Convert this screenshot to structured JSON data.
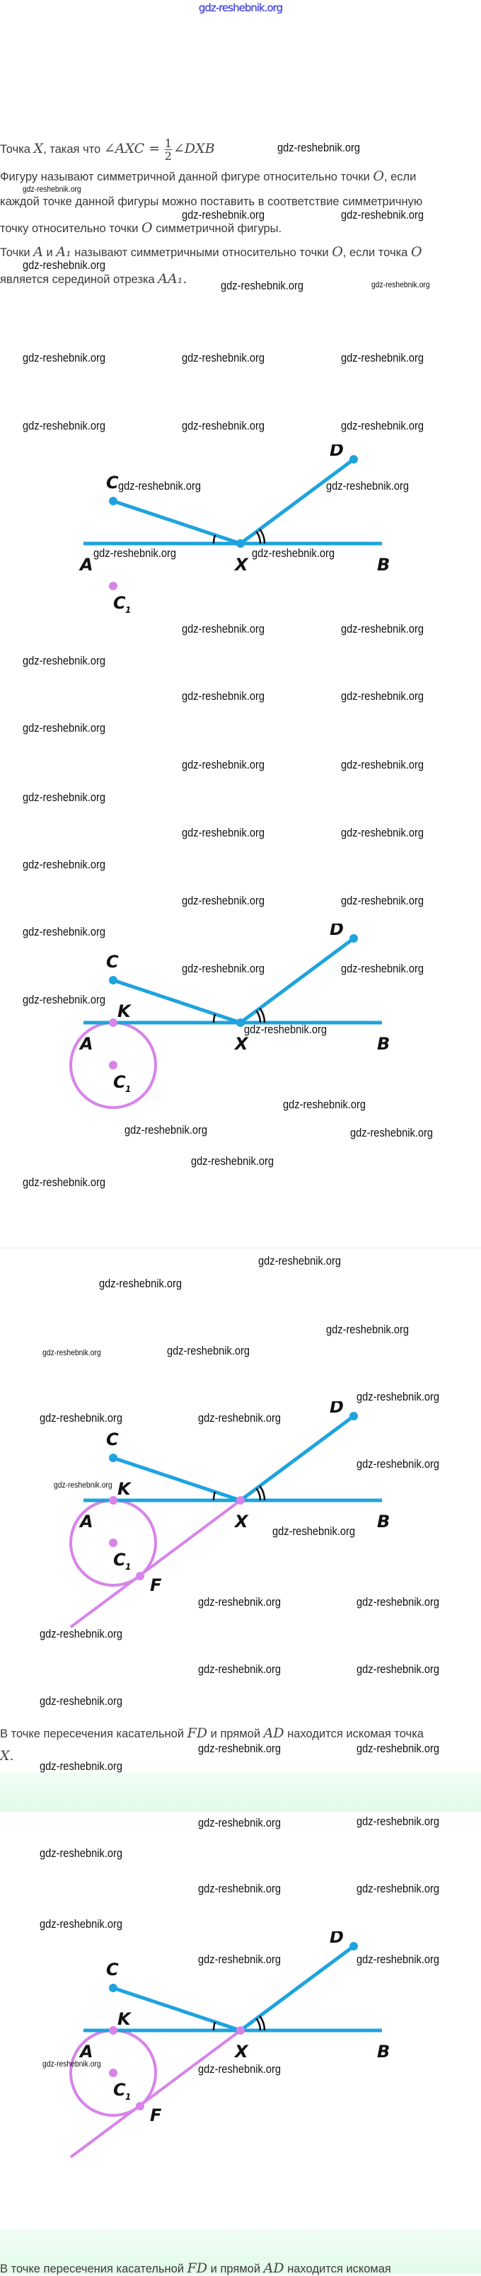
{
  "header": {
    "site": "gdz-reshebnik.org"
  },
  "intro": {
    "t1": "Точка ",
    "m1": "X",
    "t2": ", такая что ",
    "m2": "∠AXC =",
    "num": "1",
    "den": "2",
    "m3": "∠DXB"
  },
  "definition1": {
    "l1a": "Фигуру называют симметричной данной фигуре относительно точки ",
    "l1m": "O",
    "l1b": ", если",
    "l2": "каждой точке данной фигуры можно поставить в соответствие симметричную",
    "l3a": "точку относительно точки ",
    "l3m": "O",
    "l3b": " симметричной фигуры."
  },
  "definition2": {
    "l1a": "Точки ",
    "l1m1": "A",
    "l1b": " и ",
    "l1m2": "A₁",
    "l1c": " называют симметричными относительно точки ",
    "l1m3": "O",
    "l1d": ", если точка ",
    "l1m4": "O",
    "l2a": "является серединой отрезка ",
    "l2m": "AA₁."
  },
  "conclusion": {
    "t1": "В точке пересечения касательной ",
    "m1": "FD",
    "t2": " и прямой ",
    "m2": "AD",
    "t3": " находится искомая точка",
    "l2": "X."
  },
  "conclusion_repeat": {
    "t1": "В точке пересечения касательной ",
    "m1": "FD",
    "t2": " и прямой ",
    "m2": "AD",
    "t3": " находится искомая"
  },
  "colors": {
    "segment": "#1ea3de",
    "construction": "#d783ea"
  },
  "diagrams": [
    {
      "labels": {
        "C": "C",
        "D": "D",
        "A": "A",
        "X": "X",
        "B": "B",
        "C1": "C",
        "C1_sub": "1"
      },
      "show_c1": true,
      "circle": false,
      "tangent": false,
      "k": false
    },
    {
      "labels": {
        "C": "C",
        "D": "D",
        "A": "A",
        "X": "X",
        "B": "B",
        "K": "K",
        "C1": "C",
        "C1_sub": "1"
      },
      "show_c1": true,
      "circle": true,
      "tangent": false,
      "k": true
    },
    {
      "labels": {
        "C": "C",
        "D": "D",
        "A": "A",
        "X": "X",
        "B": "B",
        "K": "K",
        "C1": "C",
        "C1_sub": "1",
        "F": "F"
      },
      "show_c1": true,
      "circle": true,
      "tangent": true,
      "k": true
    },
    {
      "labels": {
        "C": "C",
        "D": "D",
        "A": "A",
        "X": "X",
        "B": "B",
        "K": "K",
        "C1": "C",
        "C1_sub": "1",
        "F": "F"
      },
      "show_c1": true,
      "circle": true,
      "tangent": true,
      "k": true
    }
  ],
  "watermarks": [
    "gdz-reshebnik.org",
    "gdz-reshebnik.org",
    "gdz-reshebnik.org",
    "gdz-reshebnik.org",
    "gdz-reshebnik.org",
    "gdz-reshebnik.org",
    "gdz-reshebnik.org",
    "gdz-reshebnik.org",
    "gdz-reshebnik.org",
    "gdz-reshebnik.org",
    "gdz-reshebnik.org",
    "gdz-reshebnik.org",
    "gdz-reshebnik.org",
    "gdz-reshebnik.org",
    "gdz-reshebnik.org",
    "gdz-reshebnik.org",
    "gdz-reshebnik.org",
    "gdz-reshebnik.org",
    "gdz-reshebnik.org",
    "gdz-reshebnik.org",
    "gdz-reshebnik.org",
    "gdz-reshebnik.org",
    "gdz-reshebnik.org",
    "gdz-reshebnik.org",
    "gdz-reshebnik.org",
    "gdz-reshebnik.org",
    "gdz-reshebnik.org",
    "gdz-reshebnik.org",
    "gdz-reshebnik.org",
    "gdz-reshebnik.org",
    "gdz-reshebnik.org",
    "gdz-reshebnik.org",
    "gdz-reshebnik.org",
    "gdz-reshebnik.org",
    "gdz-reshebnik.org",
    "gdz-reshebnik.org",
    "gdz-reshebnik.org",
    "gdz-reshebnik.org",
    "gdz-reshebnik.org",
    "gdz-reshebnik.org",
    "gdz-reshebnik.org",
    "gdz-reshebnik.org",
    "gdz-reshebnik.org",
    "gdz-reshebnik.org",
    "gdz-reshebnik.org",
    "gdz-reshebnik.org",
    "gdz-reshebnik.org",
    "gdz-reshebnik.org",
    "gdz-reshebnik.org",
    "gdz-reshebnik.org",
    "gdz-reshebnik.org",
    "gdz-reshebnik.org",
    "gdz-reshebnik.org",
    "gdz-reshebnik.org",
    "gdz-reshebnik.org",
    "gdz-reshebnik.org",
    "gdz-reshebnik.org",
    "gdz-reshebnik.org",
    "gdz-reshebnik.org",
    "gdz-reshebnik.org",
    "gdz-reshebnik.org",
    "gdz-reshebnik.org",
    "gdz-reshebnik.org",
    "gdz-reshebnik.org",
    "gdz-reshebnik.org",
    "gdz-reshebnik.org",
    "gdz-reshebnik.org",
    "gdz-reshebnik.org",
    "gdz-reshebnik.org",
    "gdz-reshebnik.org",
    "gdz-reshebnik.org"
  ]
}
